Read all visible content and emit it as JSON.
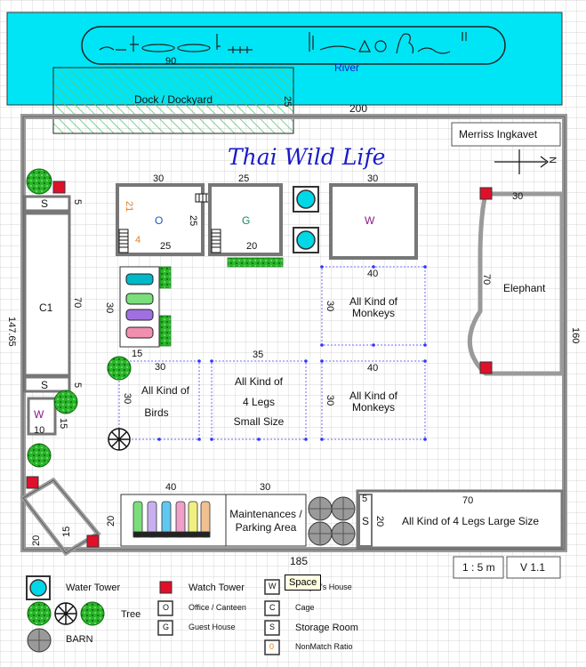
{
  "title": "Thai Wild Life",
  "river": {
    "label": "River"
  },
  "dock": {
    "label": "Dock / Dockyard",
    "width": "90",
    "height": "25"
  },
  "labels": {
    "merriss": "Merriss  Ingkavet",
    "north": "N",
    "scale": "1 : 5 m",
    "version": "V 1.1"
  },
  "dims": {
    "top": "200",
    "bottom": "185",
    "right": "160",
    "left": "147.65",
    "s1": "5",
    "c1_h": "70",
    "s2": "5",
    "w_h": "15",
    "w_w": "10",
    "corner_a": "20",
    "corner_b": "15",
    "office_w": "30",
    "office_h": "25",
    "office_w2": "25",
    "stair_a": "21",
    "stair_b": "4",
    "guest_w": "25",
    "guest_w2": "20",
    "w2_w": "30",
    "parking_h": "30",
    "parking_w": "15",
    "birds_w": "30",
    "birds_h": "30",
    "small_w": "35",
    "monkeys1_w": "40",
    "monkeys1_h": "30",
    "monkeys2_w": "40",
    "monkeys2_h": "30",
    "elephant_w": "30",
    "elephant_h": "70",
    "storage_w": "40",
    "storage_h": "20",
    "maint_w": "30",
    "large_w": "70",
    "large_s": "5",
    "large_h": "20"
  },
  "zones": {
    "c1": "C1",
    "s": "S",
    "w": "W",
    "office": "O",
    "guest": "G",
    "birds": [
      "All Kind of",
      "Birds"
    ],
    "small": [
      "All Kind of",
      "4 Legs",
      "Small Size"
    ],
    "monkeys": [
      "All Kind of",
      "Monkeys"
    ],
    "elephant": "Elephant",
    "maint": [
      "Maintenances /",
      "Parking Area"
    ],
    "large": "All Kind of 4 Legs Large Size"
  },
  "legend": {
    "water_tower": "Water Tower",
    "watch_tower": "Watch Tower",
    "keeper": "Keeper's House",
    "tree": "Tree",
    "office": "Office / Canteen",
    "cage": "Cage",
    "guest": "Guest House",
    "storage": "Storage Room",
    "barn": "BARN",
    "nonmatch": "NonMatch Ratio",
    "sym_w": "W",
    "sym_c": "C",
    "sym_s": "S",
    "sym_o": "O",
    "sym_g": "G",
    "sym_0": "0"
  },
  "tooltip": "Space",
  "colors": {
    "river": "#00e5f5",
    "wall": "#a9a9a9",
    "watch": "#e0102a",
    "tree": "#1f9e1f",
    "hedge": "#22b022",
    "title": "#1a1ac8"
  }
}
